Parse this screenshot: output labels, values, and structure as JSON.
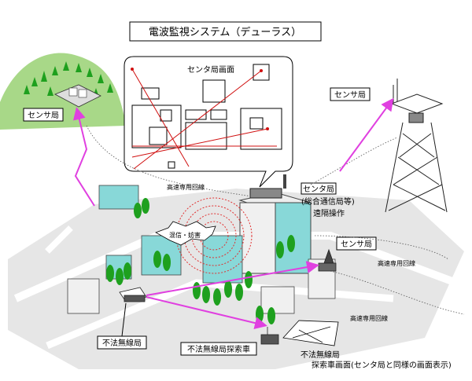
{
  "title": "電波監視システム（デューラス）",
  "center_screen_title": "センタ局画面",
  "labels": {
    "sensor_hill": "センサ局",
    "sensor_tower": "センサ局",
    "sensor_right": "センサ局",
    "center_station": "センタ局",
    "center_station_sub": "(総合通信局等)",
    "remote_operation": "遠隔操作",
    "dedicated_line_1": "高速専用回線",
    "dedicated_line_2": "高速専用回線",
    "dedicated_line_3": "高速専用回線",
    "interference": "混信・妨害",
    "illegal_station": "不法無線局",
    "search_vehicle": "不法無線局探索車",
    "vehicle_screen_1": "不法無線局",
    "vehicle_screen_2": "探索車画面(センタ局と同様の画面表示)"
  },
  "colors": {
    "arrow": "#e040e0",
    "hill": "#a8d888",
    "ground": "#e4e4e4",
    "building_teal": "#88d8d8",
    "tree": "#1ea01e",
    "waves": "#e03030",
    "map_line": "#d01010"
  }
}
